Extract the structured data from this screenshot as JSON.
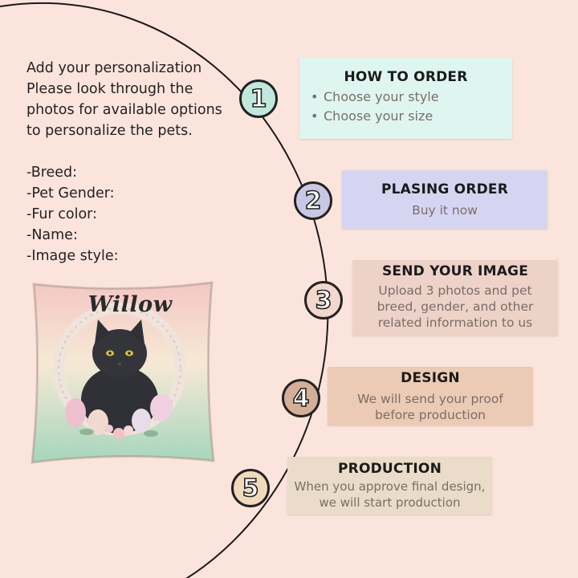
{
  "intro": {
    "lines": [
      "Add your personalization",
      "Please look through the",
      "photos for available options",
      "to personalize the pets."
    ]
  },
  "fields": [
    "-Breed:",
    "-Pet Gender:",
    "-Fur color:",
    "-Name:",
    "-Image style:"
  ],
  "product": {
    "pet_name": "Willow",
    "colors": {
      "pillow_top": "#f3c9c6",
      "pillow_bottom": "#a9d8c0",
      "cat": "#2f3136",
      "eyes": "#d8c23a"
    }
  },
  "steps": [
    {
      "number": "1",
      "title": "HOW TO ORDER",
      "bullets": [
        "Choose your style",
        "Choose your size"
      ],
      "lines": [],
      "circle_color": "#bfe9dd",
      "card_color": "#dff6f0"
    },
    {
      "number": "2",
      "title": "PLASING ORDER",
      "bullets": [],
      "lines": [
        "Buy it now"
      ],
      "circle_color": "#c9c8e4",
      "card_color": "#d6d5f1"
    },
    {
      "number": "3",
      "title": "SEND YOUR IMAGE",
      "bullets": [],
      "lines": [
        "Upload 3 photos and pet",
        "breed, gender, and other",
        "related information to us"
      ],
      "circle_color": "#f3d7cc",
      "card_color": "#edd2c8"
    },
    {
      "number": "4",
      "title": "DESIGN",
      "bullets": [],
      "lines": [
        "We will send your proof",
        "before production"
      ],
      "circle_color": "#d5ae97",
      "card_color": "#ebcbb4"
    },
    {
      "number": "5",
      "title": "PRODUCTION",
      "bullets": [],
      "lines": [
        "When you approve final design,",
        "we will start production"
      ],
      "circle_color": "#f1dab9",
      "card_color": "#eadcc8"
    }
  ]
}
